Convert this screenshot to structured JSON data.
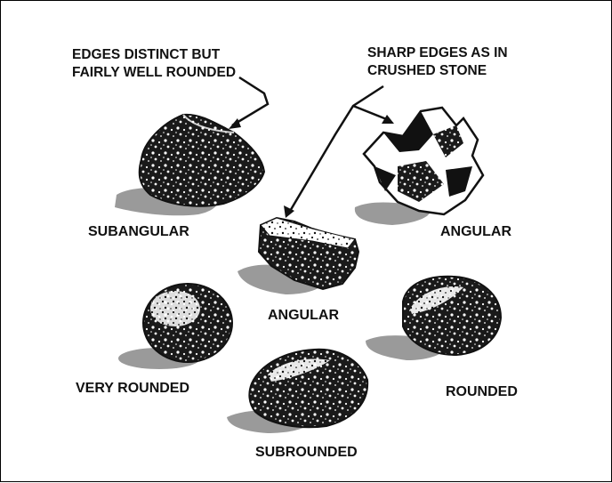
{
  "callouts": {
    "subangular_note": [
      "EDGES DISTINCT BUT",
      "FAIRLY WELL ROUNDED"
    ],
    "angular_note": [
      "SHARP EDGES AS IN",
      "CRUSHED STONE"
    ]
  },
  "stones": {
    "subangular": "SUBANGULAR",
    "angular_right": "ANGULAR",
    "angular_center": "ANGULAR",
    "very_rounded": "VERY ROUNDED",
    "rounded": "ROUNDED",
    "subrounded": "SUBROUNDED"
  },
  "colors": {
    "ink": "#111111",
    "shadow": "#9a9a9a",
    "paper": "#ffffff"
  }
}
